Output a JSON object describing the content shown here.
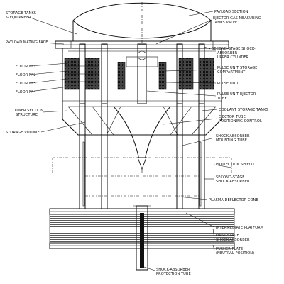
{
  "labels": {
    "storage_tanks": [
      "STORAGE TANKS",
      "& EQUIPMENT"
    ],
    "payload_mating_face": [
      "PAYLOAD MATING FACE"
    ],
    "floor1": [
      "FLOOR Nº1"
    ],
    "floor2": [
      "FLOOR Nº2"
    ],
    "floor3": [
      "FLOOR Nº3"
    ],
    "floor4": [
      "FLOOR Nº4"
    ],
    "lower_section": [
      "LOWER SECTION",
      "STRUCTURE"
    ],
    "storage_volume": [
      "STORAGE VOLUME"
    ],
    "payload_section": [
      "PAYLOAD SECTION"
    ],
    "ejector_gas": [
      "EJECTOR GAS MEASURING",
      "TANKS VALVE"
    ],
    "second_stage_upper": [
      "SECOND-STAGE SHOCK-",
      "ABSORBER",
      "UPPER CYLINDER"
    ],
    "pulse_storage": [
      "PULSE UNIT STORAGE",
      "COMPARTMENT"
    ],
    "pulse_unit": [
      "PULSE UNIT"
    ],
    "pulse_ejector": [
      "PULSE UNIT EJECTOR",
      "TUBE"
    ],
    "coolant": [
      "COOLANT STORAGE TANKS"
    ],
    "ejector_positioning": [
      "EJECTOR TUBE",
      "POSITIONING CONTROL"
    ],
    "mounting_tube": [
      "SHOCK-ABSORBER",
      "MOUNTING TUBE"
    ],
    "protection_shield": [
      "PROTECTION SHIELD"
    ],
    "second_stage": [
      "SECOND-STAGE",
      "SHOCK-ABSORBER"
    ],
    "plasma_cone": [
      "PLASMA DEFLECTOR CONE"
    ],
    "intermediate": [
      "INTERMEDIATE PLATFORM"
    ],
    "first_stage": [
      "FIRST-STAGE",
      "SHOCK-ABSORBER"
    ],
    "pusher_plate": [
      "PUSHER PLATE",
      "(NEUTRAL POSITION)"
    ],
    "protection_tube": [
      "SHOCK-ABSORBER",
      "PROTECTION TUBE"
    ]
  }
}
